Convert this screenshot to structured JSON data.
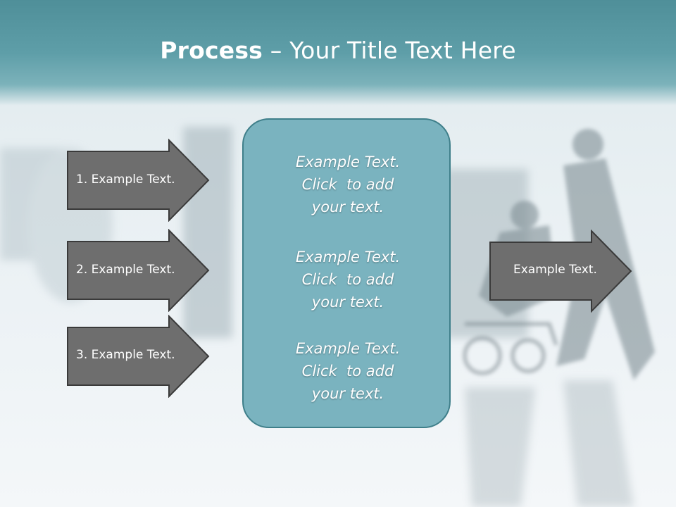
{
  "title": {
    "bold": "Process",
    "rest": " – Your Title Text Here"
  },
  "steps": [
    {
      "label": "1. Example Text."
    },
    {
      "label": "2. Example Text."
    },
    {
      "label": "3. Example Text."
    }
  ],
  "center_panel": {
    "blocks": [
      {
        "lines": [
          "Example Text.",
          "Click  to add",
          "your text."
        ]
      },
      {
        "lines": [
          "Example Text.",
          "Click  to add",
          "your text."
        ]
      },
      {
        "lines": [
          "Example Text.",
          "Click  to add",
          "your text."
        ]
      }
    ]
  },
  "result": {
    "label": "Example Text."
  },
  "colors": {
    "header": "#5e9ea8",
    "arrow_fill": "#6e6e6e",
    "arrow_border": "#3a3a3a",
    "panel_fill": "#7ab3bf",
    "panel_border": "#3f7f8a"
  }
}
